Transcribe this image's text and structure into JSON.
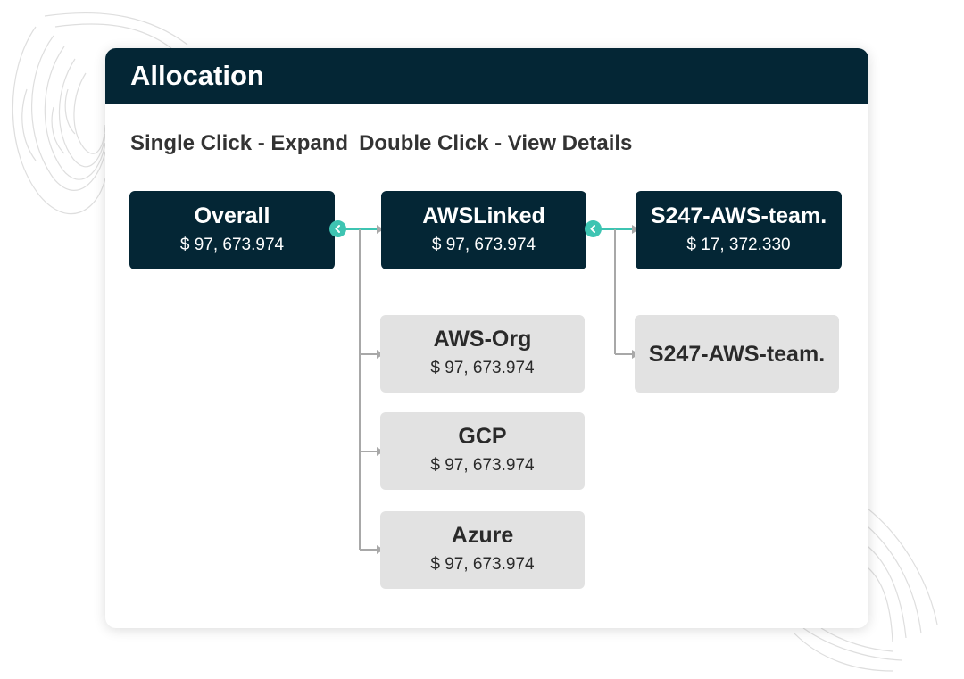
{
  "panel": {
    "title": "Allocation",
    "instructions": {
      "single_click": "Single Click - Expand",
      "double_click": "Double Click - View Details"
    }
  },
  "tree": {
    "root": {
      "name": "Overall",
      "amount": "$ 97, 673.974"
    },
    "level1": [
      {
        "name": "AWSLinked",
        "amount": "$ 97, 673.974"
      },
      {
        "name": "AWS-Org",
        "amount": "$ 97, 673.974"
      },
      {
        "name": "GCP",
        "amount": "$ 97, 673.974"
      },
      {
        "name": "Azure",
        "amount": "$ 97, 673.974"
      }
    ],
    "level2": [
      {
        "name": "S247-AWS-team.",
        "amount": "$ 17, 372.330"
      },
      {
        "name": "S247-AWS-team."
      }
    ]
  },
  "icons": {
    "collapse_toggle": "chevron-left-icon"
  },
  "colors": {
    "header_bg": "#042635",
    "node_dark": "#042635",
    "node_light": "#e2e2e2",
    "accent": "#3ec4b2",
    "connector": "#a8a8a8"
  }
}
